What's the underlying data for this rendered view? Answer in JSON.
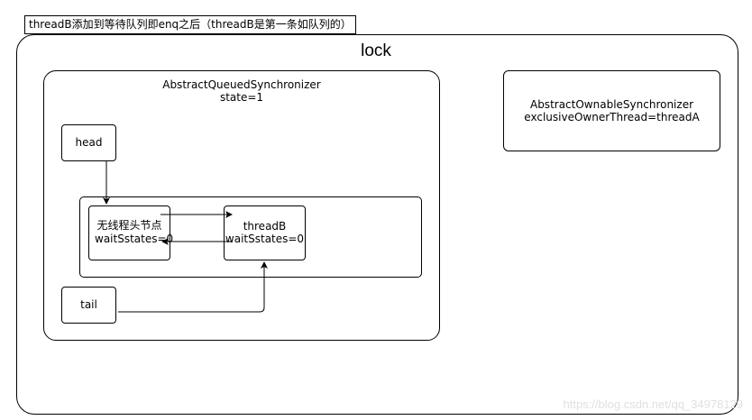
{
  "caption": "threadB添加到等待队列即enq之后（threadB是第一条如队列的）",
  "lock": {
    "title": "lock"
  },
  "aqs": {
    "name": "AbstractQueuedSynchronizer",
    "state": "state=1"
  },
  "aos": {
    "name": "AbstractOwnableSynchronizer",
    "owner": "exclusiveOwnerThread=threadA"
  },
  "head": {
    "label": "head"
  },
  "tail": {
    "label": "tail"
  },
  "nodes": [
    {
      "name": "无线程头节点",
      "status": "waitSstates=0"
    },
    {
      "name": "threadB",
      "status": "waitSstates=0"
    }
  ],
  "watermark": "https://blog.csdn.net/qq_34978129",
  "colors": {
    "line": "#000000",
    "background": "#ffffff",
    "watermark": "#e0e0e0"
  }
}
